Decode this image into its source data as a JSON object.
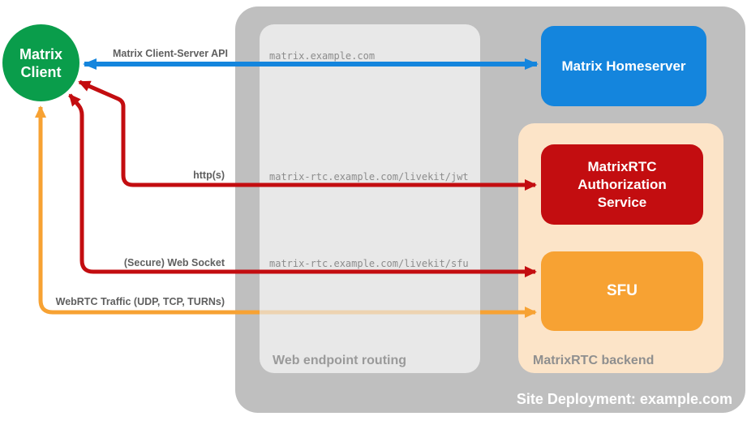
{
  "colors": {
    "client_green": "#0a9d4b",
    "homeserver_blue": "#1485dd",
    "service_red": "#c30d10",
    "sfu_orange": "#f7a233",
    "backend_peach": "#fce4c8",
    "site_gray": "#bfbfbf",
    "routing_gray": "#e8e8e8"
  },
  "client": {
    "label": "Matrix Client"
  },
  "homeserver": {
    "label": "Matrix Homeserver"
  },
  "routing": {
    "label": "Web endpoint routing",
    "endpoints": {
      "homeserver": "matrix.example.com",
      "auth": "matrix-rtc.example.com/livekit/jwt",
      "sfu": "matrix-rtc.example.com/livekit/sfu"
    }
  },
  "backend": {
    "label": "MatrixRTC backend",
    "auth_service": {
      "label": "MatrixRTC Authorization Service"
    },
    "sfu": {
      "label": "SFU"
    }
  },
  "connections": {
    "client_server_api": {
      "label": "Matrix Client-Server API",
      "color": "#1485dd",
      "bidirectional": true
    },
    "http": {
      "label": "http(s)",
      "color": "#c30d10",
      "bidirectional": true
    },
    "websocket": {
      "label": "(Secure) Web Socket",
      "color": "#c30d10",
      "bidirectional": true
    },
    "webrtc": {
      "label": "WebRTC Traffic (UDP, TCP, TURNs)",
      "color": "#f7a233",
      "bidirectional": true
    }
  },
  "deployment": {
    "label": "Site Deployment: example.com"
  }
}
